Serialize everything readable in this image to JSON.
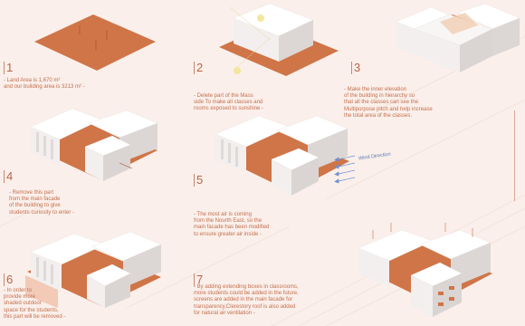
{
  "steps": [
    {
      "num": "1",
      "lines": [
        "- Land Area is 1,670 m²",
        "and our building area is 3213 m² -"
      ]
    },
    {
      "num": "2",
      "lines": [
        "- Delete part of the Mass",
        "side To make all classes and",
        "rooms exposed to sunshine -"
      ]
    },
    {
      "num": "3",
      "lines": [
        "- Make the inner elevation",
        "of the building in hierarchy so",
        "that all the classes can see the",
        "Multipurpose pitch and help increase",
        "the total area of the classes."
      ]
    },
    {
      "num": "4",
      "lines": [
        "- Remove this part",
        "from the main facade",
        "of the building to give",
        "students curiosity to enter -"
      ]
    },
    {
      "num": "5",
      "lines": [
        "- The most air is coming",
        "from the Nourth East, so the",
        "main facade has been modified",
        "to ensure greater air inside -"
      ]
    },
    {
      "num": "6",
      "lines": [
        "- In order to",
        "provide more",
        "shaded outdoor",
        "space for the students,",
        "this part will be removed -"
      ]
    },
    {
      "num": "7",
      "lines": [
        "- By adding extending boxes in classrooms,",
        "more students could be added in the future.",
        "screens are added in the main facade for",
        "transparency,Clerestory roof is also added",
        "for natural air ventilation -"
      ]
    }
  ],
  "wind_label": "Wind Direction",
  "colors": {
    "accent": "#c4704f",
    "site": "#cf7548",
    "mass": "#ffffff",
    "shade": "#d9d4d2",
    "sun": "#f3e79a",
    "wind": "#6d8fd0"
  }
}
